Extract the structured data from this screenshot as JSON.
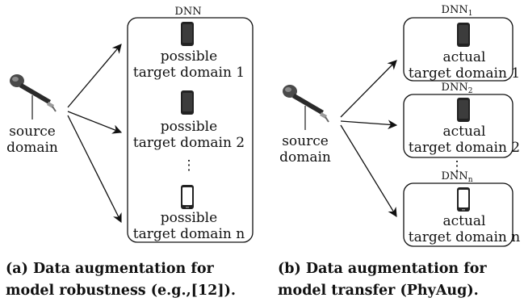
{
  "panel_a": {
    "box_title": "DNN",
    "source_label_1": "source",
    "source_label_2": "domain",
    "targets": [
      {
        "line1": "possible",
        "line2": "target domain 1"
      },
      {
        "line1": "possible",
        "line2": "target domain 2"
      },
      {
        "line1": "possible",
        "line2": "target domain n"
      }
    ],
    "ellipsis": "⋮",
    "caption_line1": "(a) Data augmentation for",
    "caption_line2": "model robustness (e.g.,[12])."
  },
  "panel_b": {
    "source_label_1": "source",
    "source_label_2": "domain",
    "dnn_base": "DNN",
    "targets": [
      {
        "dnn_sub": "1",
        "line1": "actual",
        "line2": "target domain 1"
      },
      {
        "dnn_sub": "2",
        "line1": "actual",
        "line2": "target domain 2"
      },
      {
        "dnn_sub": "n",
        "line1": "actual",
        "line2": "target domain n"
      }
    ],
    "ellipsis": "⋮",
    "caption_line1": "(b) Data augmentation for",
    "caption_line2": "model transfer (PhyAug)."
  },
  "icons": [
    "microphone-icon",
    "smartphone-icon"
  ]
}
